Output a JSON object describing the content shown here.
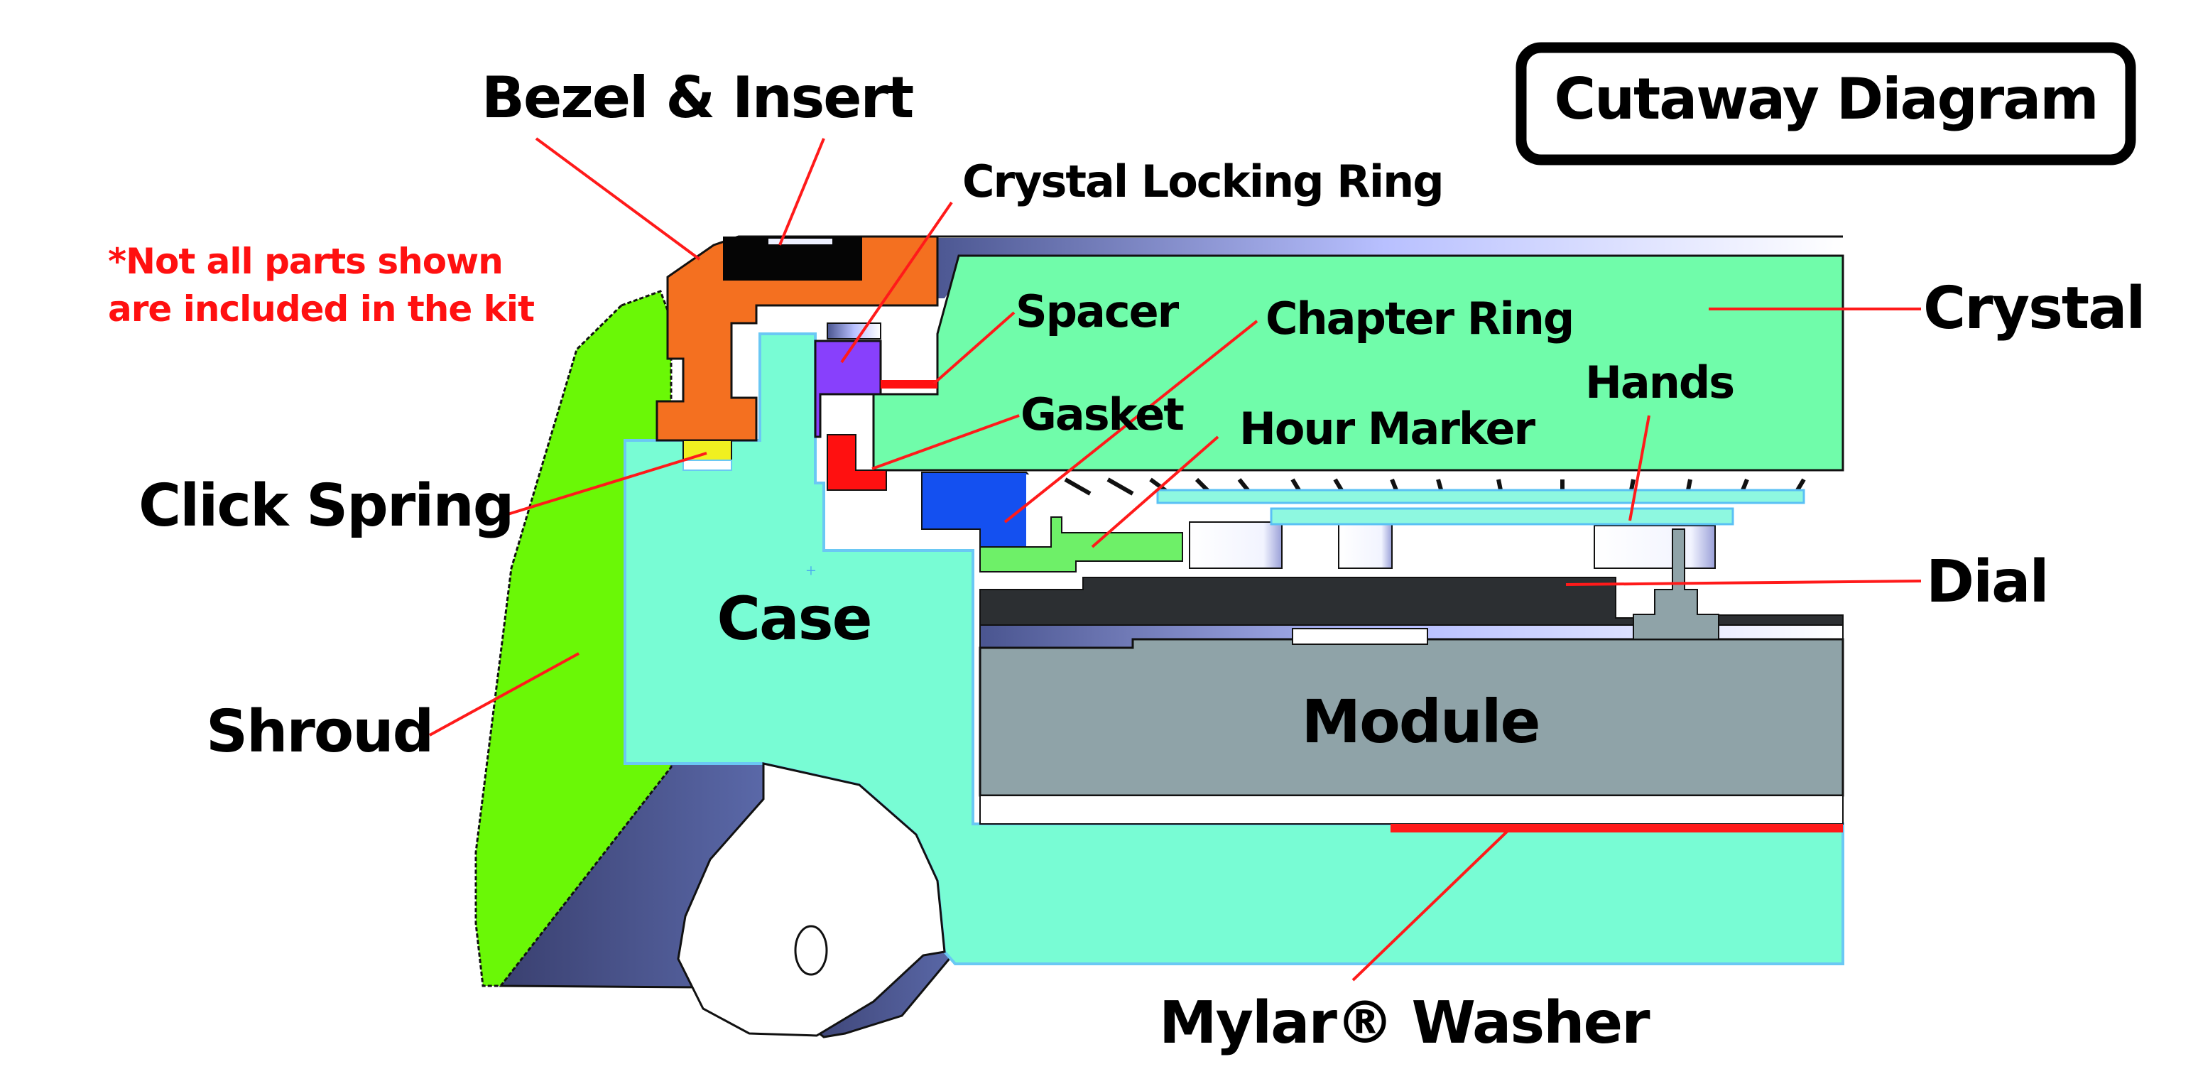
{
  "title": "Cutaway Diagram",
  "note": {
    "line1": "*Not all parts shown",
    "line2": "are included in the kit"
  },
  "colors": {
    "case": "#78fcd4",
    "crystal": "#70fcaa",
    "shroud": "#6af806",
    "bezel": "#f47020",
    "bezel_insert": "#050505",
    "click_spring": "#f0f020",
    "locking_ring": "#8840fc",
    "spacer": "#ff1010",
    "gasket": "#ff1010",
    "chapter_ring": "#1450f0",
    "hour_marker": "#6ef068",
    "dial": "#2c2f32",
    "module": "#8fa3a8",
    "hands": "#8ef8e0",
    "mylar_washer": "#ff1a1a",
    "steel": "#4a5590",
    "leader": "#ff1a1a",
    "note_text": "#ff1010"
  },
  "labels": {
    "bezel_insert": "Bezel & Insert",
    "crystal_locking_ring": "Crystal Locking Ring",
    "spacer": "Spacer",
    "chapter_ring": "Chapter Ring",
    "crystal": "Crystal",
    "gasket": "Gasket",
    "hour_marker": "Hour Marker",
    "hands": "Hands",
    "click_spring": "Click Spring",
    "case": "Case",
    "dial": "Dial",
    "shroud": "Shroud",
    "module": "Module",
    "mylar_washer": "Mylar® Washer"
  }
}
